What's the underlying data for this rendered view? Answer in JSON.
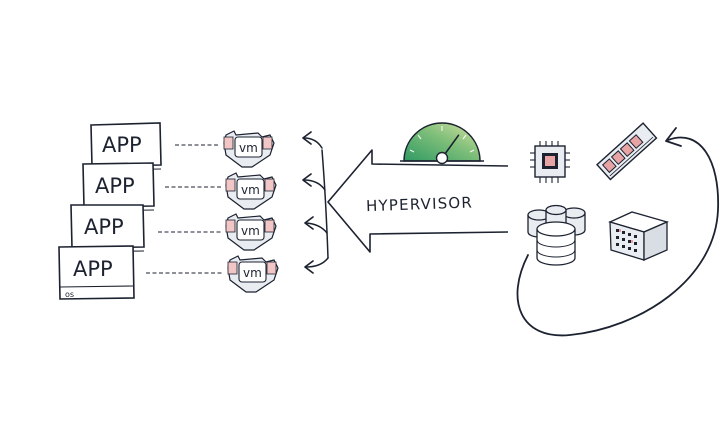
{
  "apps": [
    {
      "label": "APP"
    },
    {
      "label": "APP"
    },
    {
      "label": "APP"
    },
    {
      "label": "APP",
      "os": "os"
    }
  ],
  "vms": [
    {
      "label": "vm"
    },
    {
      "label": "vm"
    },
    {
      "label": "vm"
    },
    {
      "label": "vm"
    }
  ],
  "hypervisor": {
    "label": "HYPERVISOR",
    "gauge_fraction": 0.7
  },
  "hardware": [
    {
      "name": "cpu-chip"
    },
    {
      "name": "ram-module"
    },
    {
      "name": "database"
    },
    {
      "name": "server-rack"
    }
  ],
  "colors": {
    "ink": "#1c2230",
    "gauge_low": "#2f9a63",
    "gauge_high": "#d9e3a3",
    "icon_fill": "#e9edf1",
    "accent_red": "#d98a8a"
  }
}
